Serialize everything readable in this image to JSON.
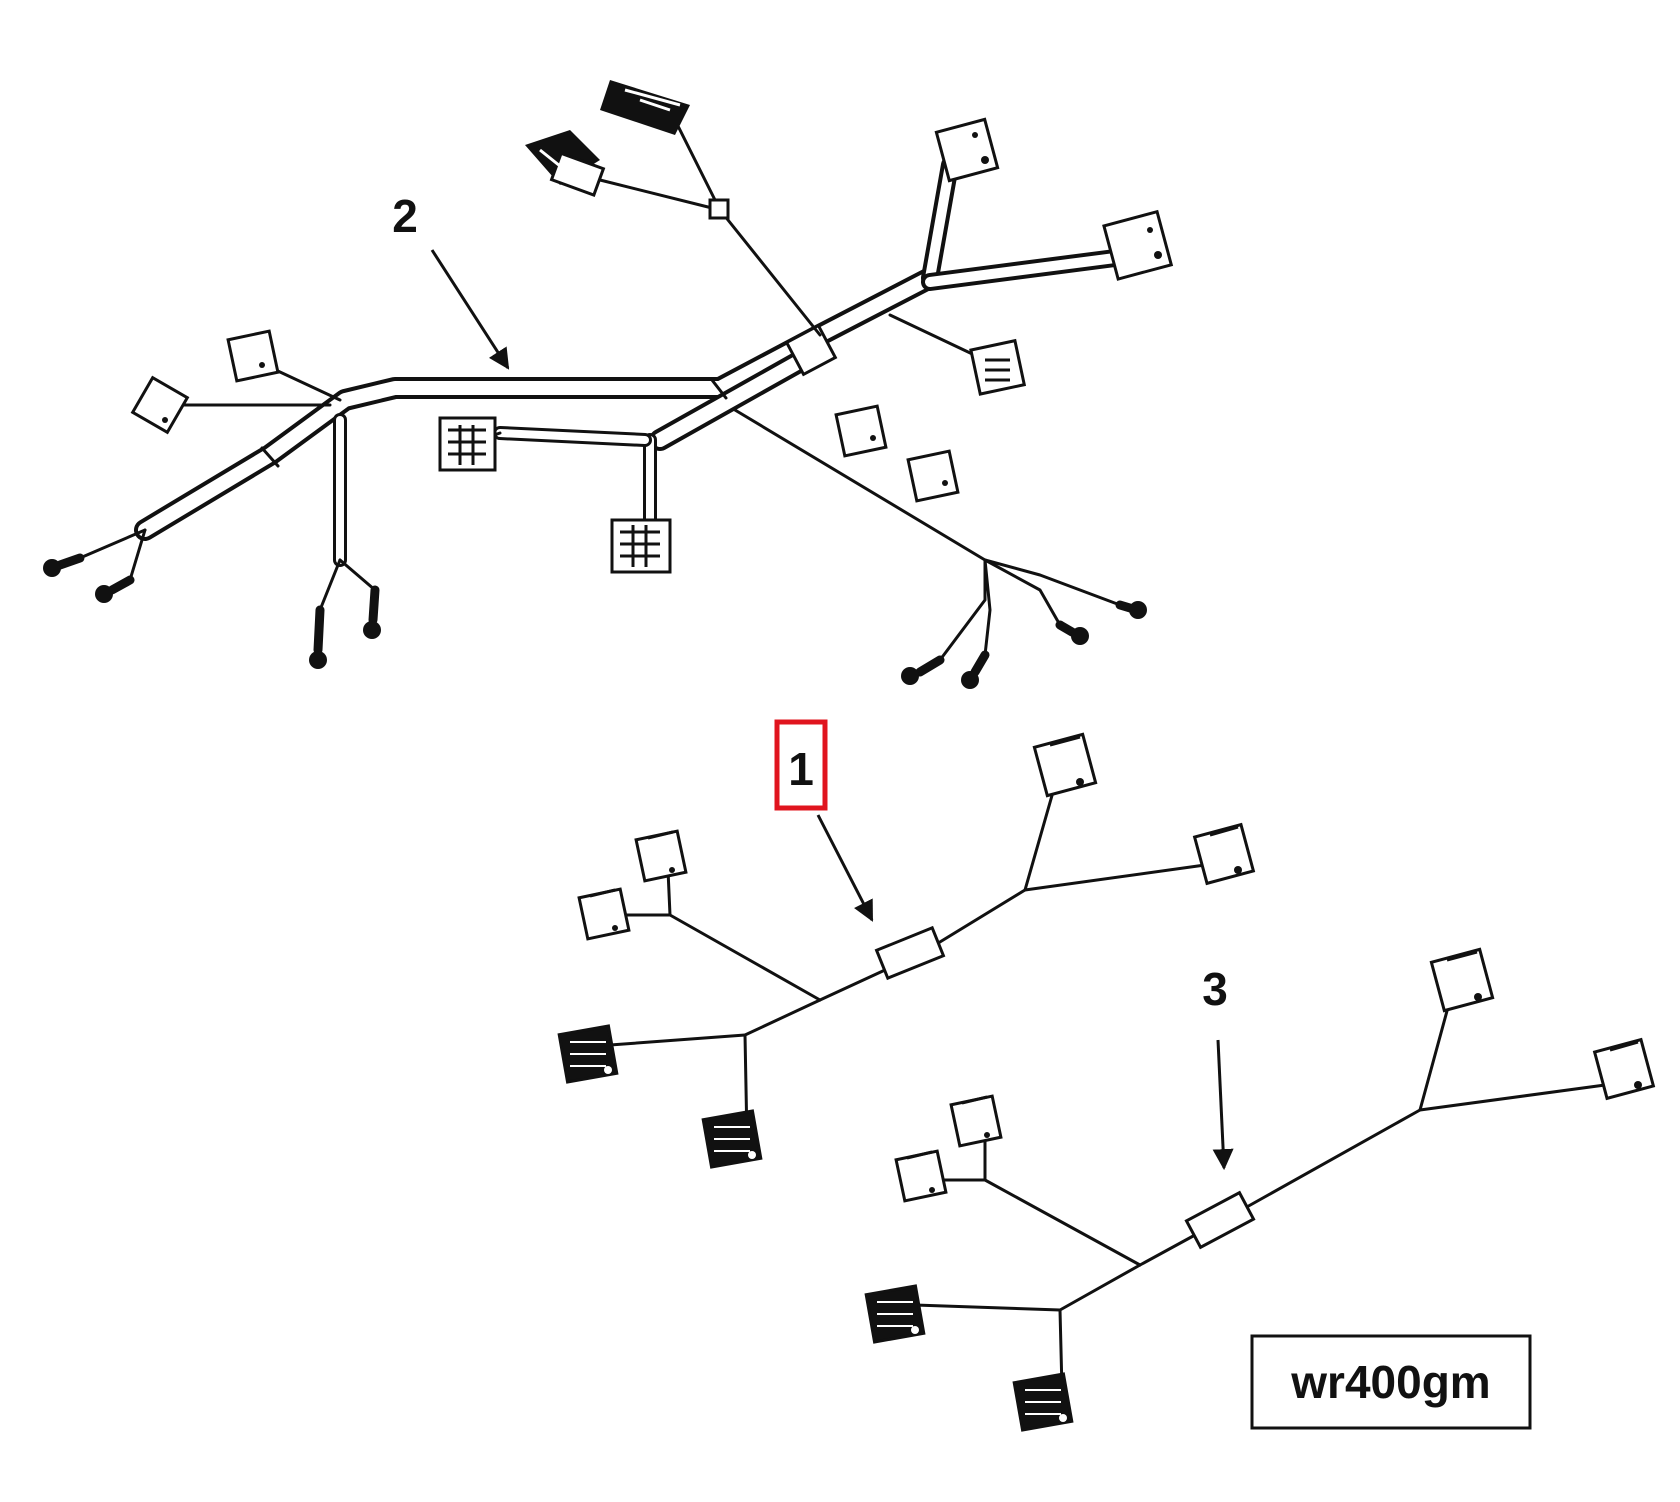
{
  "callouts": {
    "harness_1": "1",
    "harness_2": "2",
    "harness_3": "3"
  },
  "reference_code": "wr400gm",
  "highlight": {
    "target": "harness_1",
    "color": "#e0141e"
  },
  "colors": {
    "line": "#111111",
    "background": "#ffffff"
  }
}
